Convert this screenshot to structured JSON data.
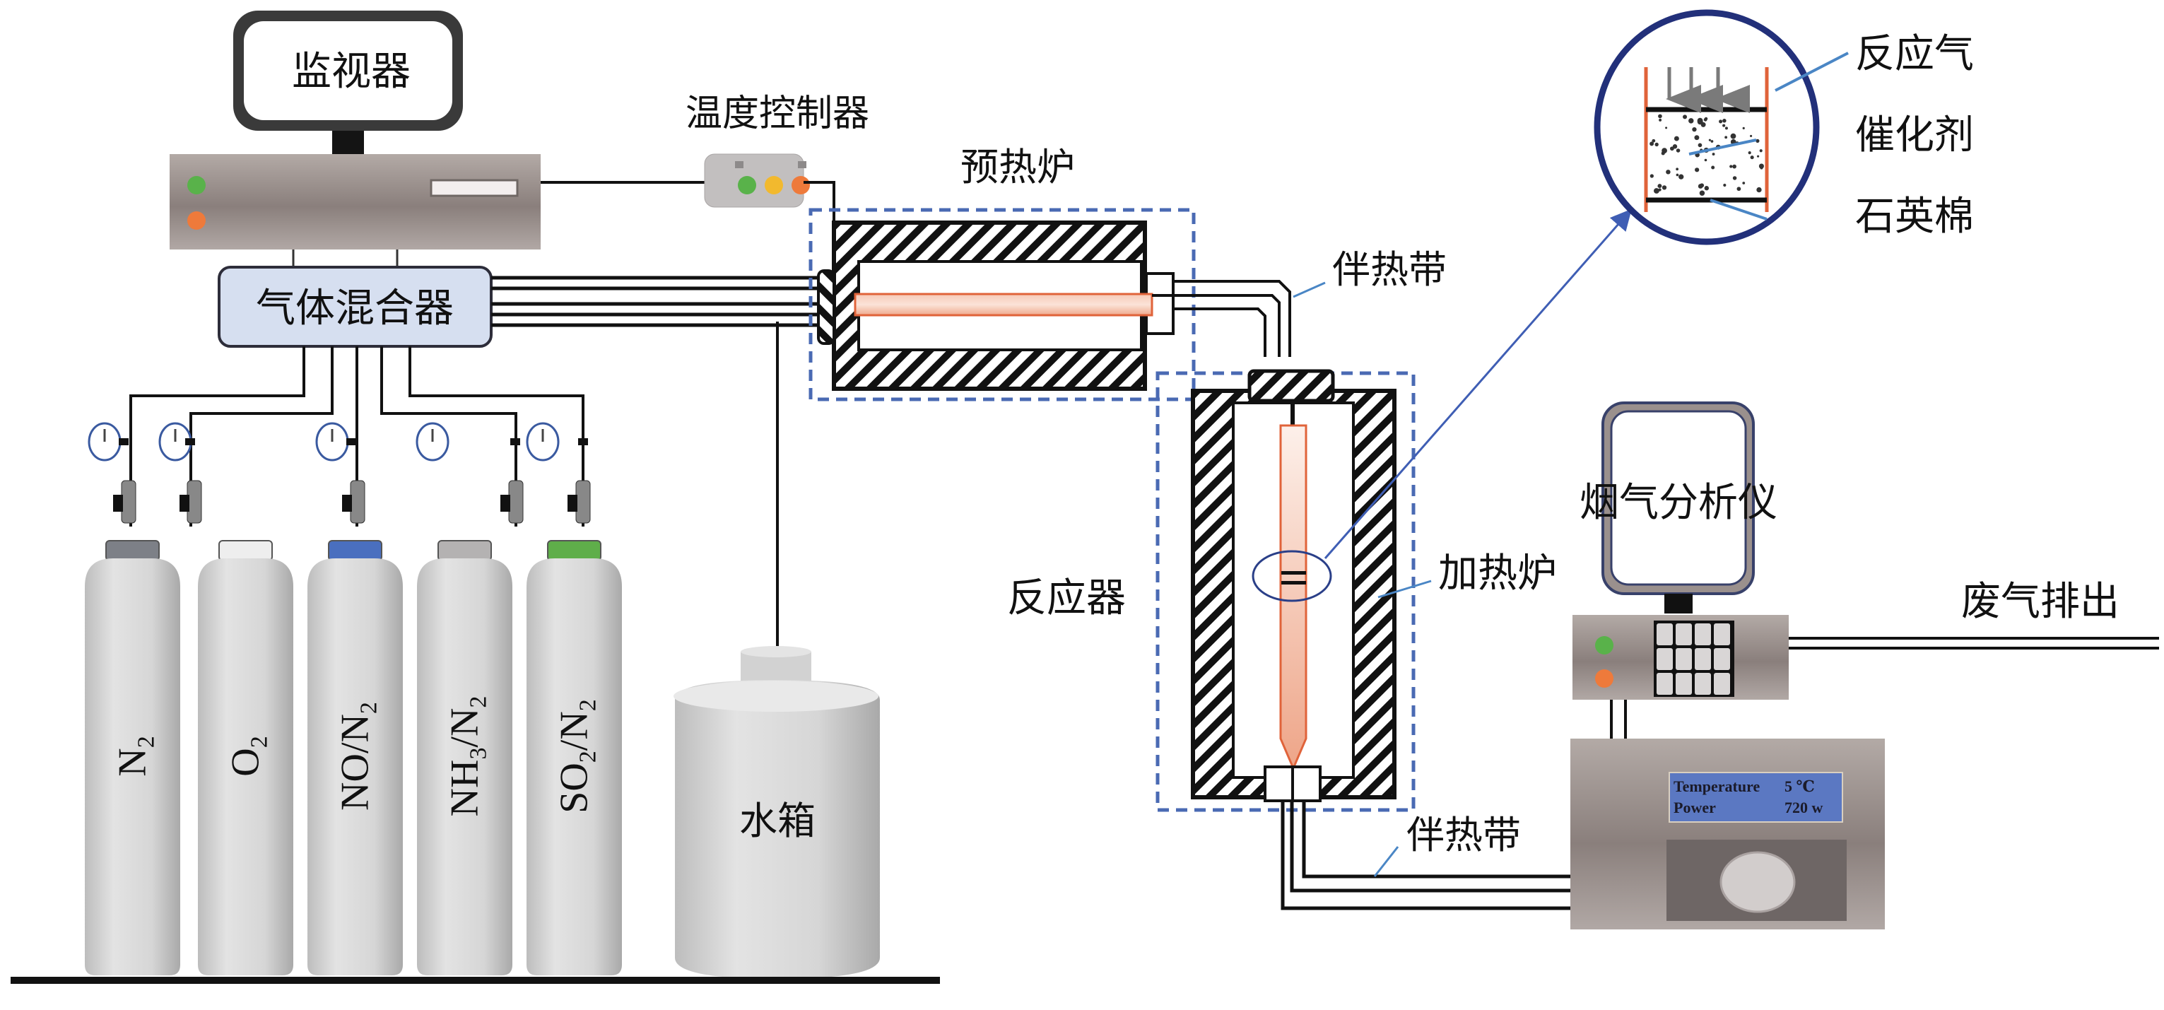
{
  "labels": {
    "monitor": "监视器",
    "temp_controller": "温度控制器",
    "gas_mixer": "气体混合器",
    "preheater": "预热炉",
    "heat_tape_top": "伴热带",
    "heat_tape_bottom": "伴热带",
    "reactor": "反应器",
    "heating_furnace": "加热炉",
    "water_tank": "水箱",
    "flue_gas_analyzer": "烟气分析仪",
    "exhaust": "废气排出",
    "inset_reaction_gas": "反应气",
    "inset_catalyst": "催化剂",
    "inset_quartz_wool": "石英棉"
  },
  "cylinders": [
    {
      "main": "N",
      "sub": "2",
      "rest": "",
      "cap_color": "#7d8087"
    },
    {
      "main": "O",
      "sub": "2",
      "rest": "",
      "cap_color": "#eeeeee"
    },
    {
      "main": "NO/N",
      "sub": "2",
      "rest": "",
      "cap_color": "#4a6fbf"
    },
    {
      "main": "NH",
      "sub": "3",
      "rest": "/N",
      "sub2": "2",
      "cap_color": "#b4b2b2"
    },
    {
      "main": "SO",
      "sub": "2",
      "rest": "/N",
      "sub2": "2",
      "cap_color": "#5fae4a"
    }
  ],
  "lcd": {
    "row1_label": "Temperature",
    "row1_value": "5 ℃",
    "row2_label": "Power",
    "row2_value": "720 w"
  },
  "colors": {
    "dashed_box": "#4a6ab3",
    "callout_line": "#4a86c5",
    "quartz_tube": "#f0a78a",
    "quartz_tube_edge": "#e0633a",
    "inset_circle": "#22307a",
    "led_green": "#59b24a",
    "led_yellow": "#f2b92e",
    "led_orange": "#ee7a3b",
    "device_gray": "#9a908d",
    "lcd_blue": "#5b78c2",
    "mixer_fill": "#d6dff0"
  }
}
